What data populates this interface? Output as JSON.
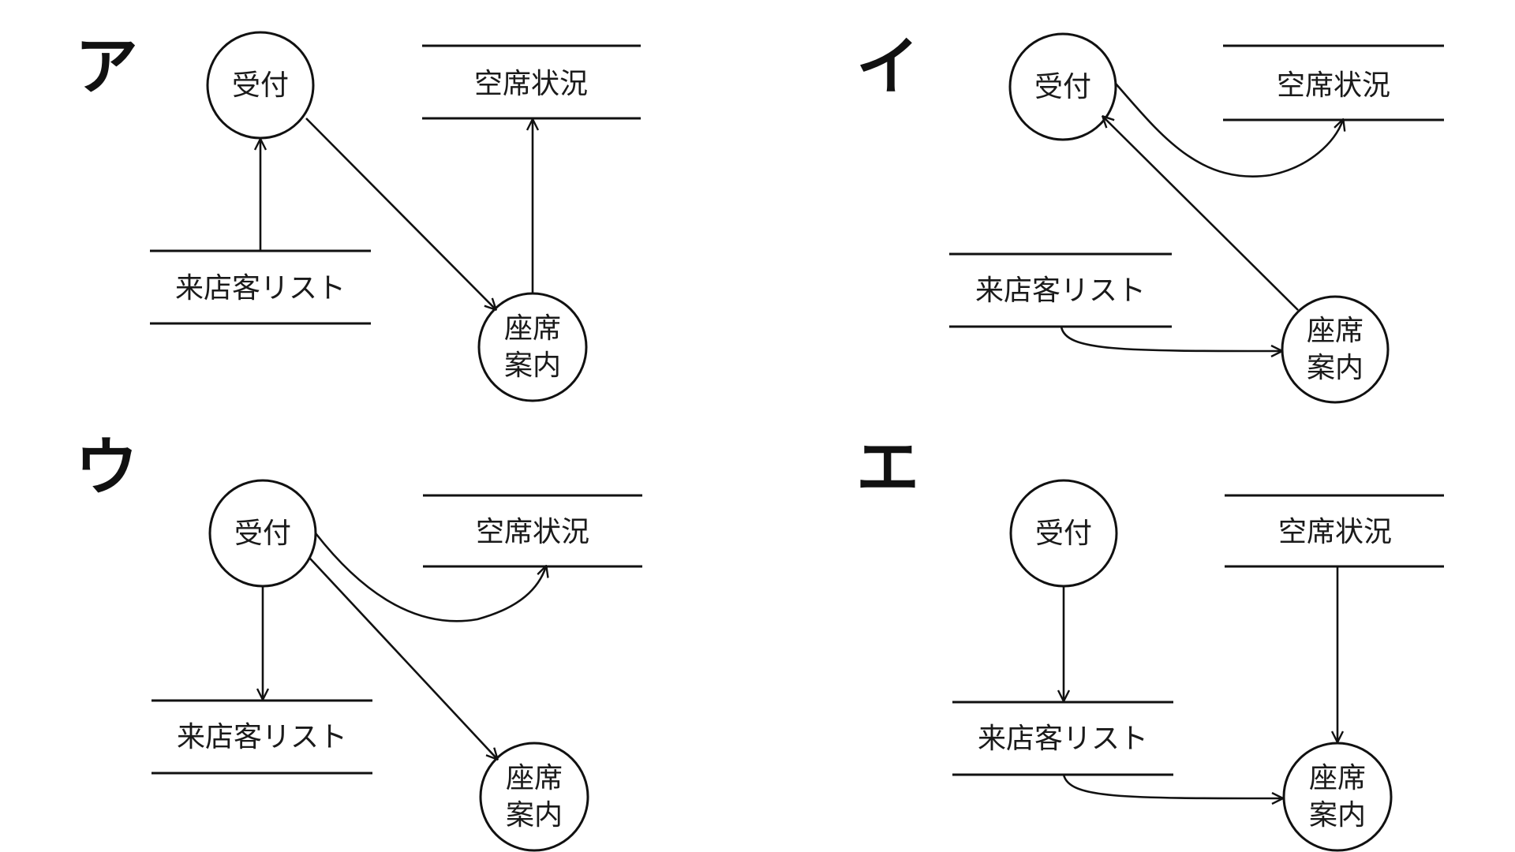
{
  "panels": [
    {
      "label": "ア",
      "process_reception": "受付",
      "process_seating_line1": "座席",
      "process_seating_line2": "案内",
      "store_availability": "空席状況",
      "store_customers": "来店客リスト"
    },
    {
      "label": "イ",
      "process_reception": "受付",
      "process_seating_line1": "座席",
      "process_seating_line2": "案内",
      "store_availability": "空席状況",
      "store_customers": "来店客リスト"
    },
    {
      "label": "ウ",
      "process_reception": "受付",
      "process_seating_line1": "座席",
      "process_seating_line2": "案内",
      "store_availability": "空席状況",
      "store_customers": "来店客リスト"
    },
    {
      "label": "エ",
      "process_reception": "受付",
      "process_seating_line1": "座席",
      "process_seating_line2": "案内",
      "store_availability": "空席状況",
      "store_customers": "来店客リスト"
    }
  ]
}
